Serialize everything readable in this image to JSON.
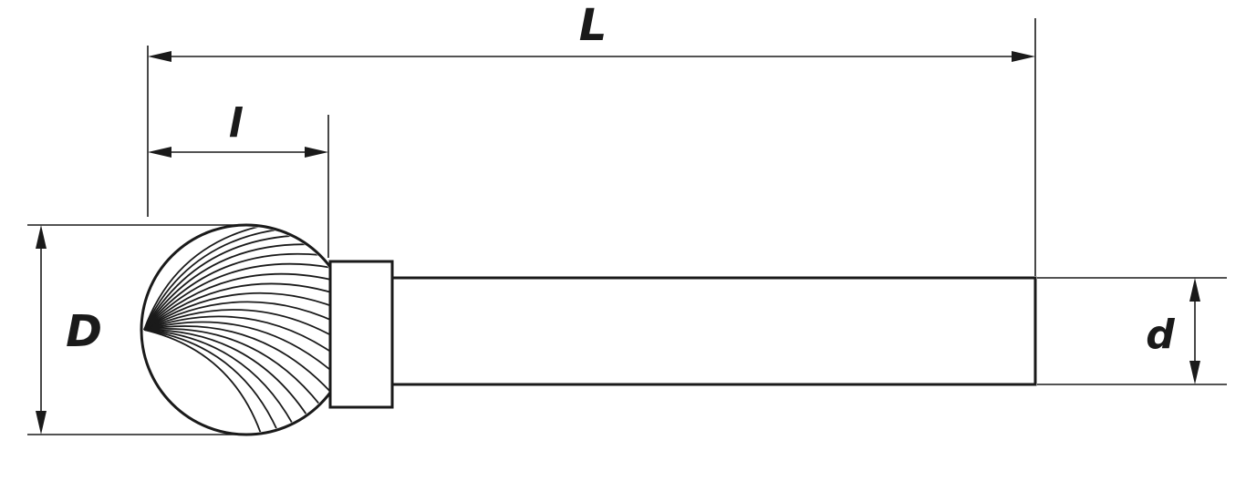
{
  "drawing": {
    "labels": {
      "overall_length": "L",
      "head_length": "l",
      "head_diameter": "D",
      "shank_diameter": "d"
    },
    "colors": {
      "line": "#1a1a1a",
      "background": "#ffffff"
    }
  }
}
